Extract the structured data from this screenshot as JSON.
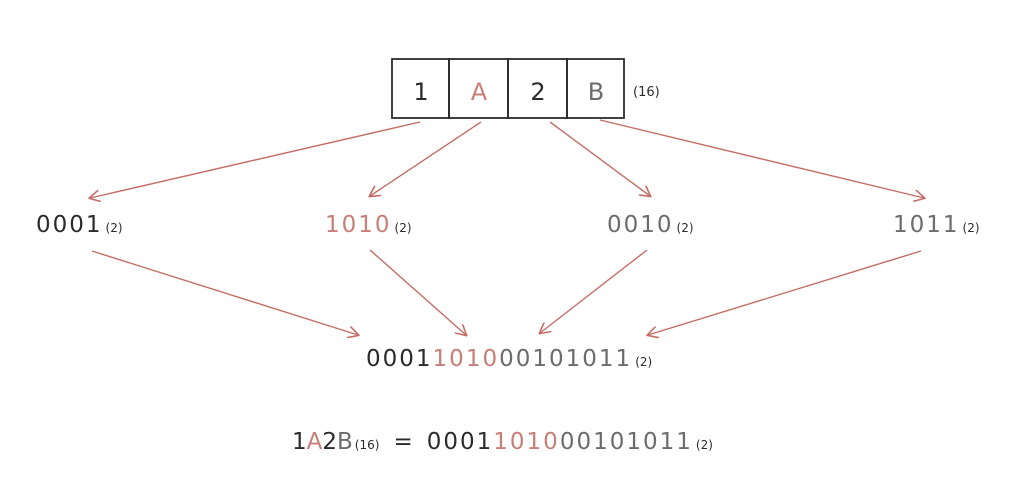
{
  "colors": {
    "ink": "#2b2b2b",
    "accent": "#c97f78",
    "dim": "#6e6b6b",
    "arrow": "#c56d66"
  },
  "hex": {
    "digits": [
      "1",
      "A",
      "2",
      "B"
    ],
    "digit_colors": [
      "ink",
      "accent",
      "ink",
      "dim"
    ],
    "base": "(16)"
  },
  "binary_groups": [
    {
      "bits": "0001",
      "base": "(2)",
      "color": "ink"
    },
    {
      "bits": "1010",
      "base": "(2)",
      "color": "accent"
    },
    {
      "bits": "0010",
      "base": "(2)",
      "color": "dim"
    },
    {
      "bits": "1011",
      "base": "(2)",
      "color": "dim"
    }
  ],
  "combined": {
    "base": "(2)"
  },
  "equation": {
    "left_digits": [
      "1",
      "A",
      "2",
      "B"
    ],
    "left_base": "(16)",
    "equals": "=",
    "right_base": "(2)"
  }
}
